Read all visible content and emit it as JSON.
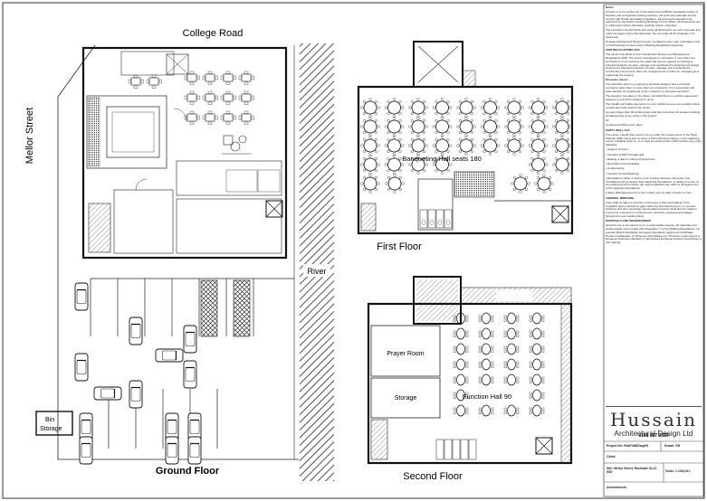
{
  "labels": {
    "street_top": "College Road",
    "street_left": "Mellor Street",
    "river": "River",
    "ground_floor": "Ground Floor",
    "first_floor": "First Floor",
    "second_floor": "Second Floor",
    "banqueting": "Banqueting Hall seats 180",
    "function_hall": "Function Hall 90",
    "prayer_room": "Prayer Room",
    "storage": "Storage",
    "bin_storage_1": "Bin",
    "bin_storage_2": "Storage"
  },
  "notes": [
    {
      "heading": true,
      "text": "Notes:"
    },
    {
      "heading": false,
      "text": "All work is to be carried out to the latest current British standards Codes of Practice and recognised working practices. All work and materials should comply with Health and Safety legislation. All work and materials to be approved by the District Authority Building Control Officer. All dimensions are in millimetres unless otherwise explicitly shown otherwise."
    },
    {
      "heading": false,
      "text": "The contractor should check and verify all dimensions as work proceeds and notify the agent of any discrepancies. Do not scale off the drawings, if in doubt ask."
    },
    {
      "heading": false,
      "text": "Hussain Architectural Design Ltd are not liable for any work undertaken prior to Full Planning Consent and or Building Regulations Approval."
    },
    {
      "heading": true,
      "text": "CDM REGULATIONS 2015"
    },
    {
      "heading": false,
      "text": "The client must abide by the Construction Design and Management Regulations 2015. The client must appoint a contractor, if more than one contractor is to be involved, the client will need to appoint (in writing) a principal designer (to plan, manage and coordinate the planning and design work) and a principal contractor (to plan, manage and coordinate the construction and ensure there are arrangements in place for managing and organising the project)."
    },
    {
      "heading": true,
      "text": "Domestic clients"
    },
    {
      "heading": false,
      "text": "The domestic client is to appoint a principal designer and a principal contractor when there is more than one contractor, if not your duties will automatically be transferred to the contractor or principal contractor."
    },
    {
      "heading": false,
      "text": "The designer can take on the duties, provided there is a written agreement between you and the designer to do so."
    },
    {
      "heading": false,
      "text": "The Health and Safety Executive is to be notified as soon as possible before construction work starts if the works:"
    },
    {
      "heading": false,
      "text": "(a) Last longer than 30 working days and has more than 20 workers working simultaneously at any point in the project."
    },
    {
      "heading": false,
      "text": "Or:"
    },
    {
      "heading": false,
      "text": "(b) Exceeds 500 person days."
    },
    {
      "heading": true,
      "text": "PARTY WALL ACT"
    },
    {
      "heading": false,
      "text": "The owner, should they need to do so under the requirements of the Party Wall Act 1996, has a duty to serve a Party Structure Notice on any adjoining owner if building work on, to or near an existing Party Wall involves any of the following:"
    },
    {
      "heading": false,
      "text": "• Support of beam"
    },
    {
      "heading": false,
      "text": "• Insertion of DPC through wall"
    },
    {
      "heading": false,
      "text": "• Raising a wall or cutting off projections"
    },
    {
      "heading": false,
      "text": "• Demolition and rebuilding"
    },
    {
      "heading": false,
      "text": "• Underpinning"
    },
    {
      "heading": false,
      "text": "• Insertion of lead flashings"
    },
    {
      "heading": false,
      "text": "• Excavations within 3 metres of an existing structure where the new foundations will go deeper than adjoining foundations, or within 6 metres of an existing structure where the new foundations are within a 45 degree line of the adjoining foundations."
    },
    {
      "heading": false,
      "text": "A Party Wall Agreement is to be in place prior to start of works on site."
    },
    {
      "heading": true,
      "text": "THERMAL BRIDGING"
    },
    {
      "heading": false,
      "text": "Care shall be taken to limit the occurrence of thermal bridging in the insulation layers caused by gaps within the thermal element, (i.e. around windows and door openings). Reasonable provision shall also be made to ensure the extension is constructed to minimise unwanted air leakage through the new building fabric."
    },
    {
      "heading": true,
      "text": "MATERIALS AND WORKMANSHIP"
    },
    {
      "heading": false,
      "text": "All works are to be carried out in a workmanlike manner. All materials and workmanship must comply with Regulation 7 of the Building Regulations, all relevant British Standards, European Standards, Agrement Certificates, Product Certification or Schemes (Kite Marks) etc. Products conforming to a European technical standard or harmonised European product should have a CE marking."
    }
  ],
  "title_block": {
    "firm_name": "Hussain",
    "firm_subtitle": "Architectural Design Ltd",
    "phone": "0161 327 2529",
    "project_label": "Project No: HAD/V86/Dwg/05",
    "drawn_label": "Drawn: SH",
    "client_label": "Client:",
    "site_label": "Site: Mellor Street, Rochdale OL12 6XD",
    "scale_label": "Scale: 1:100@A1",
    "amendments_label": "Amendments:"
  }
}
